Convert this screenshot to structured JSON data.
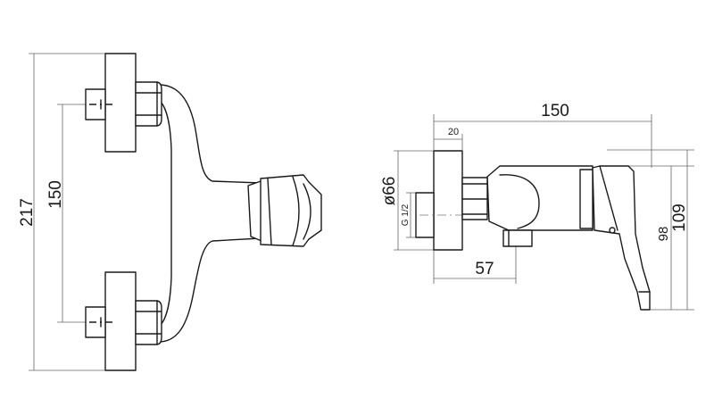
{
  "front_view": {
    "dim_total_height": "217",
    "dim_inlet_spacing": "150"
  },
  "side_view": {
    "dim_overall_width": "150",
    "dim_plate_width": "20",
    "dim_plate_diameter": "ø66",
    "dim_thread": "G 1/2",
    "dim_outlet_offset": "57",
    "dim_height_98": "98",
    "dim_height_109": "109"
  }
}
